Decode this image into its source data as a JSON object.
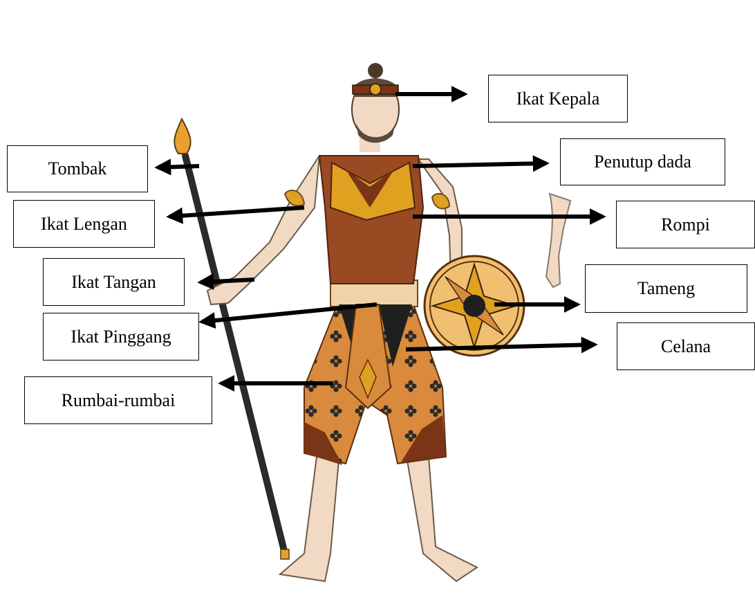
{
  "labels": {
    "ikat_kepala": "Ikat Kepala",
    "tombak": "Tombak",
    "penutup_dada": "Penutup dada",
    "ikat_lengan": "Ikat Lengan",
    "rompi": "Rompi",
    "ikat_tangan": "Ikat Tangan",
    "tameng": "Tameng",
    "ikat_pinggang": "Ikat Pinggang",
    "celana": "Celana",
    "rumbai_rumbai": "Rumbai-rumbai"
  },
  "illustration": {
    "subject": "warrior-costume-drawing",
    "colors": {
      "skin": "#f1d9c4",
      "vest": "#9a4a22",
      "vest_dark": "#7a3416",
      "gold": "#e0a020",
      "pants": "#d9893a",
      "black": "#1f1f1f",
      "spear_tip": "#e8a030",
      "shield": "#f0b050"
    }
  }
}
